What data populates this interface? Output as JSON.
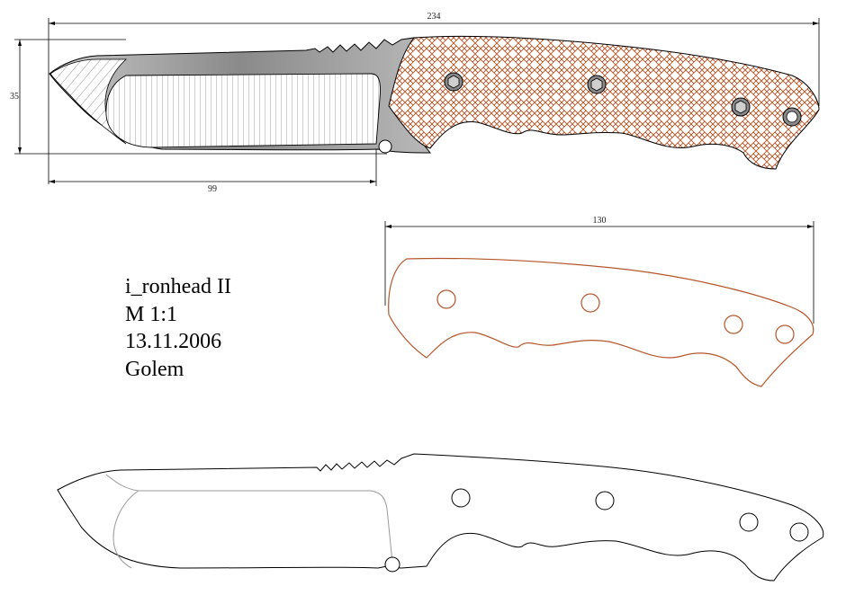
{
  "dimensions": {
    "overall_length": "234",
    "blade_height": "35",
    "blade_length": "99",
    "handle_scale_length": "130"
  },
  "title_block": {
    "model": "i_ronhead II",
    "scale": "M 1:1",
    "date": "13.11.2006",
    "author": "Golem"
  },
  "colors": {
    "handle_scale": "#b5562a",
    "steel": "#9a9a9a",
    "outline": "#000000"
  }
}
